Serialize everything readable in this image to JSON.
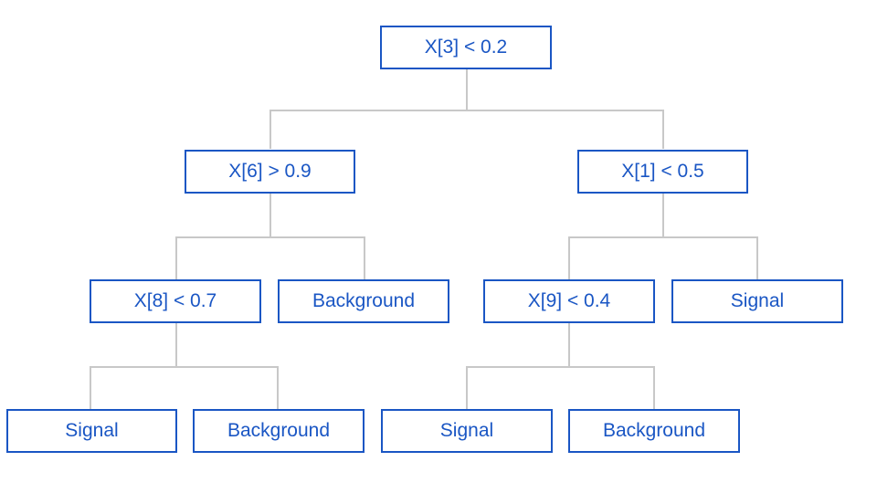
{
  "tree": {
    "root": "X[3] < 0.2",
    "level1_left": "X[6] > 0.9",
    "level1_right": "X[1] < 0.5",
    "level2_left_split": "X[8] < 0.7",
    "level2_left_leaf": "Background",
    "level2_right_split": "X[9] < 0.4",
    "level2_right_leaf": "Signal",
    "level3_ll": "Signal",
    "level3_lr": "Background",
    "level3_rl": "Signal",
    "level3_rr": "Background"
  },
  "colors": {
    "node_border": "#1a56c4",
    "node_text": "#1a56c4",
    "edge": "#c8c8c8"
  }
}
